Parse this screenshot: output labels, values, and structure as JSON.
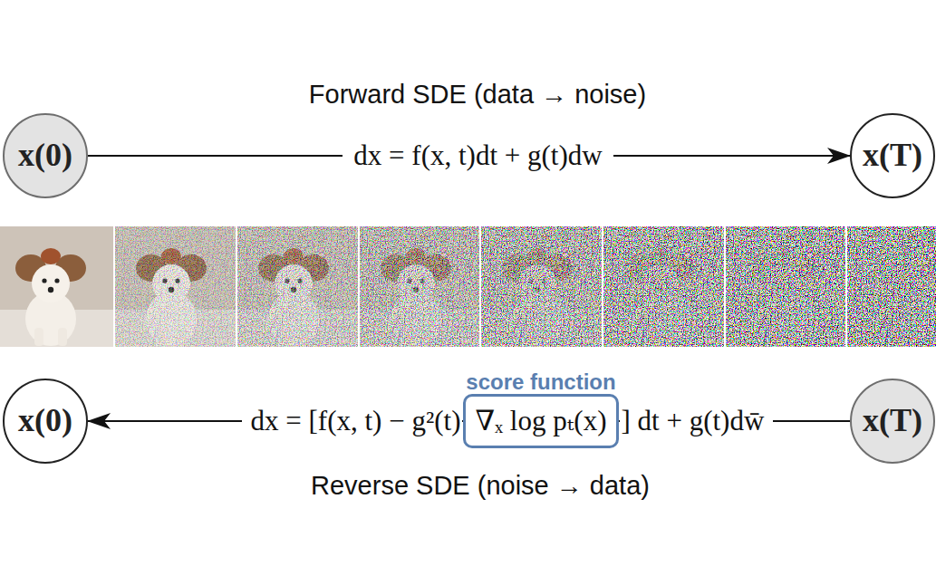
{
  "diagram": {
    "nodes": [
      {
        "text": [
          "x(0)"
        ]
      },
      {
        "text": [
          "x(T)"
        ]
      },
      {
        "text": [
          "score function",
          "∇ₓ log pₜ(x)"
        ]
      },
      {
        "text": [
          "x(0)"
        ]
      },
      {
        "text": [
          "x(T)"
        ]
      }
    ],
    "edges": [
      {
        "from": 0,
        "to": 1,
        "arrow": "to",
        "label": "dx = f(x, t)dt + g(t)dw"
      },
      {
        "from": 4,
        "to": 3,
        "arrow": "to"
      }
    ],
    "labels": [
      "Forward SDE (data → noise)",
      "dx = [f(x, t) − g²(t)",
      "] dt + g(t)dw̄",
      "Reverse SDE (noise → data)"
    ]
  }
}
